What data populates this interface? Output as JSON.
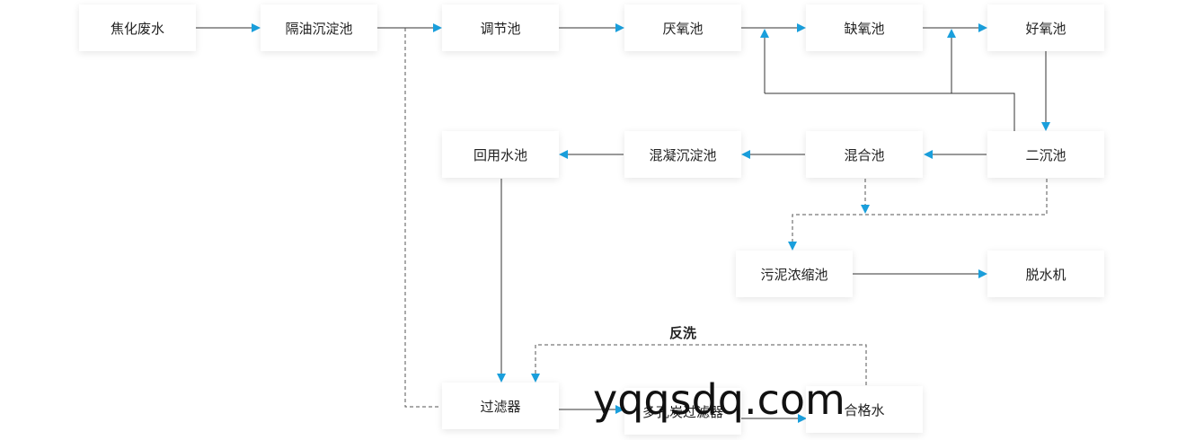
{
  "diagram": {
    "nodes": {
      "coking_wastewater": "焦化废水",
      "oil_separation_tank": "隔油沉淀池",
      "regulating_tank": "调节池",
      "anaerobic_tank": "厌氧池",
      "anoxic_tank": "缺氧池",
      "aerobic_tank": "好氧池",
      "secondary_clarifier": "二沉池",
      "mixing_tank": "混合池",
      "coagulation_tank": "混凝沉淀池",
      "reuse_tank": "回用水池",
      "sludge_thickener": "污泥浓缩池",
      "dewatering_machine": "脱水机",
      "filter": "过滤器",
      "carbon_filter": "多孔炭过滤器",
      "qualified_water": "合格水"
    },
    "edge_labels": {
      "backwash": "反洗"
    },
    "colors": {
      "arrow": "#1a9fdc",
      "line": "#333333",
      "dashed": "#555555"
    }
  },
  "watermark": {
    "text": "yqqsdq.com"
  }
}
